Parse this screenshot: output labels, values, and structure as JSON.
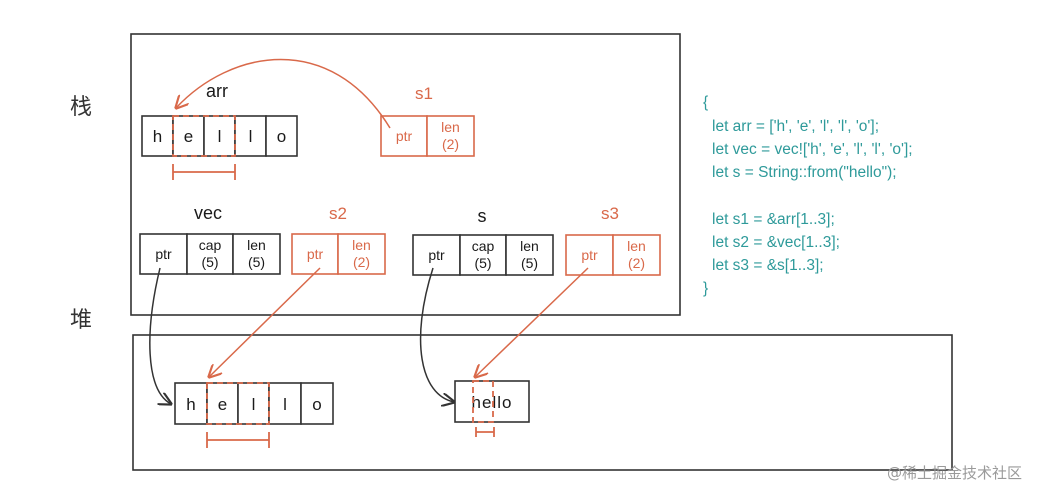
{
  "labels": {
    "stack": "栈",
    "heap": "堆"
  },
  "arr": {
    "name": "arr",
    "chars": [
      "h",
      "e",
      "l",
      "l",
      "o"
    ]
  },
  "s1": {
    "name": "s1",
    "ptr": "ptr",
    "len_label": "len",
    "len_value": "(2)"
  },
  "vec": {
    "name": "vec",
    "ptr": "ptr",
    "cap_label": "cap",
    "cap_value": "(5)",
    "len_label": "len",
    "len_value": "(5)"
  },
  "s2": {
    "name": "s2",
    "ptr": "ptr",
    "len_label": "len",
    "len_value": "(2)"
  },
  "s": {
    "name": "s",
    "ptr": "ptr",
    "cap_label": "cap",
    "cap_value": "(5)",
    "len_label": "len",
    "len_value": "(5)"
  },
  "s3": {
    "name": "s3",
    "ptr": "ptr",
    "len_label": "len",
    "len_value": "(2)"
  },
  "heap_vec": {
    "chars": [
      "h",
      "e",
      "l",
      "l",
      "o"
    ]
  },
  "heap_str": {
    "text": "hello"
  },
  "code": {
    "lines": [
      "{",
      "let arr = ['h', 'e', 'l', 'l', 'o'];",
      "let vec = vec!['h', 'e', 'l', 'l', 'o'];",
      "let s = String::from(\"hello\");",
      "",
      "let s1 = &arr[1..3];",
      "let s2 = &vec[1..3];",
      "let s3 = &s[1..3];",
      "}"
    ]
  },
  "watermark": "@稀土掘金技术社区",
  "colors": {
    "accent": "#d9694a",
    "code": "#2e9a9a",
    "ink": "#333333"
  }
}
